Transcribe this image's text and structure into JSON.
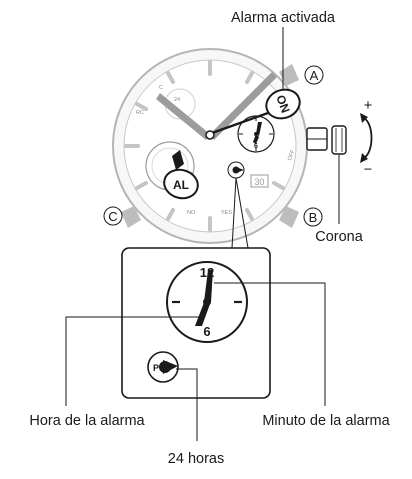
{
  "labels": {
    "alarm_on": "Alarma activada",
    "crown": "Corona",
    "alarm_hour": "Hora de la alarma",
    "alarm_minute": "Minuto de la alarma",
    "hours_24": "24 horas"
  },
  "buttons": {
    "a": "A",
    "b": "B",
    "c": "C"
  },
  "crown_directions": {
    "plus": "+",
    "minus": "−"
  },
  "watch_face": {
    "on_indicator": "ON",
    "al_indicator": "AL",
    "date": "30",
    "off": "OFF",
    "yes": "YES",
    "no": "NO",
    "rc": "RC",
    "c_mark": "C",
    "top_dial_num": "12",
    "side_dial_num": "6",
    "marker_24": "24"
  },
  "enlarged_dial": {
    "top_num": "12",
    "bottom_num": "6",
    "p_mark": "P"
  }
}
